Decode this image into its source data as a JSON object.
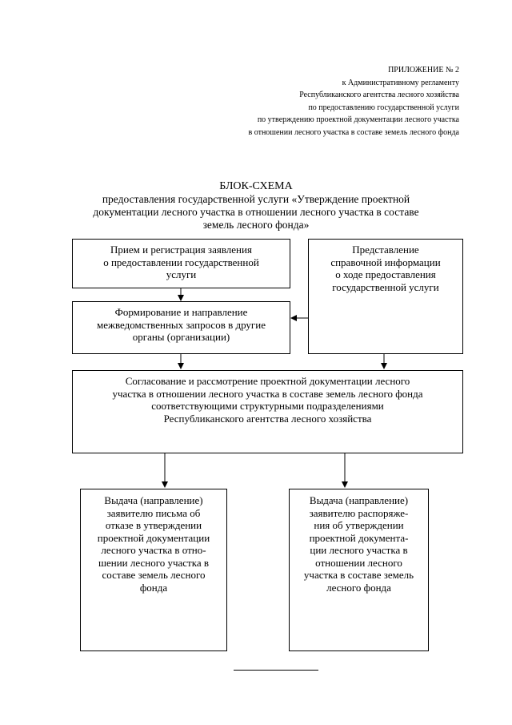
{
  "appendix": {
    "lines": [
      "ПРИЛОЖЕНИЕ № 2",
      "к Административному регламенту",
      "Республиканского агентства лесного хозяйства",
      "по предоставлению государственной услуги",
      "по утверждению проектной документации лесного участка",
      "в отношении лесного участка в составе земель лесного фонда"
    ]
  },
  "title": {
    "main": "БЛОК-СХЕМА",
    "lines": [
      "предоставления государственной услуги «Утверждение проектной",
      "документации лесного участка в отношении лесного участка в составе",
      "земель лесного фонда»"
    ]
  },
  "flow": {
    "reception": {
      "lines": [
        "Прием и регистрация заявления",
        "о предоставлении государственной",
        "услуги"
      ]
    },
    "reference_info": {
      "lines": [
        "Представление",
        "справочной информации",
        "о ходе предоставления",
        "государственной услуги"
      ]
    },
    "interagency_requests": {
      "lines": [
        "Формирование и направление",
        "межведомственных запросов в другие",
        "органы (организации)"
      ]
    },
    "approval_review": {
      "lines": [
        "Согласование и рассмотрение проектной документации лесного",
        "участка в отношении лесного участка в составе земель лесного фонда",
        "соответствующими структурными подразделениями",
        "Республиканского агентства лесного хозяйства"
      ]
    },
    "refusal_letter": {
      "lines": [
        "Выдача (направление)",
        "заявителю письма об",
        "отказе в утверждении",
        "проектной документации",
        "лесного участка в отно-",
        "шении лесного участка в",
        "составе земель лесного",
        "фонда"
      ]
    },
    "approval_order": {
      "lines": [
        "Выдача (направление)",
        "заявителю распоряже-",
        "ния об утверждении",
        "проектной документа-",
        "ции лесного участка в",
        "отношении лесного",
        "участка в составе земель",
        "лесного фонда"
      ]
    }
  }
}
